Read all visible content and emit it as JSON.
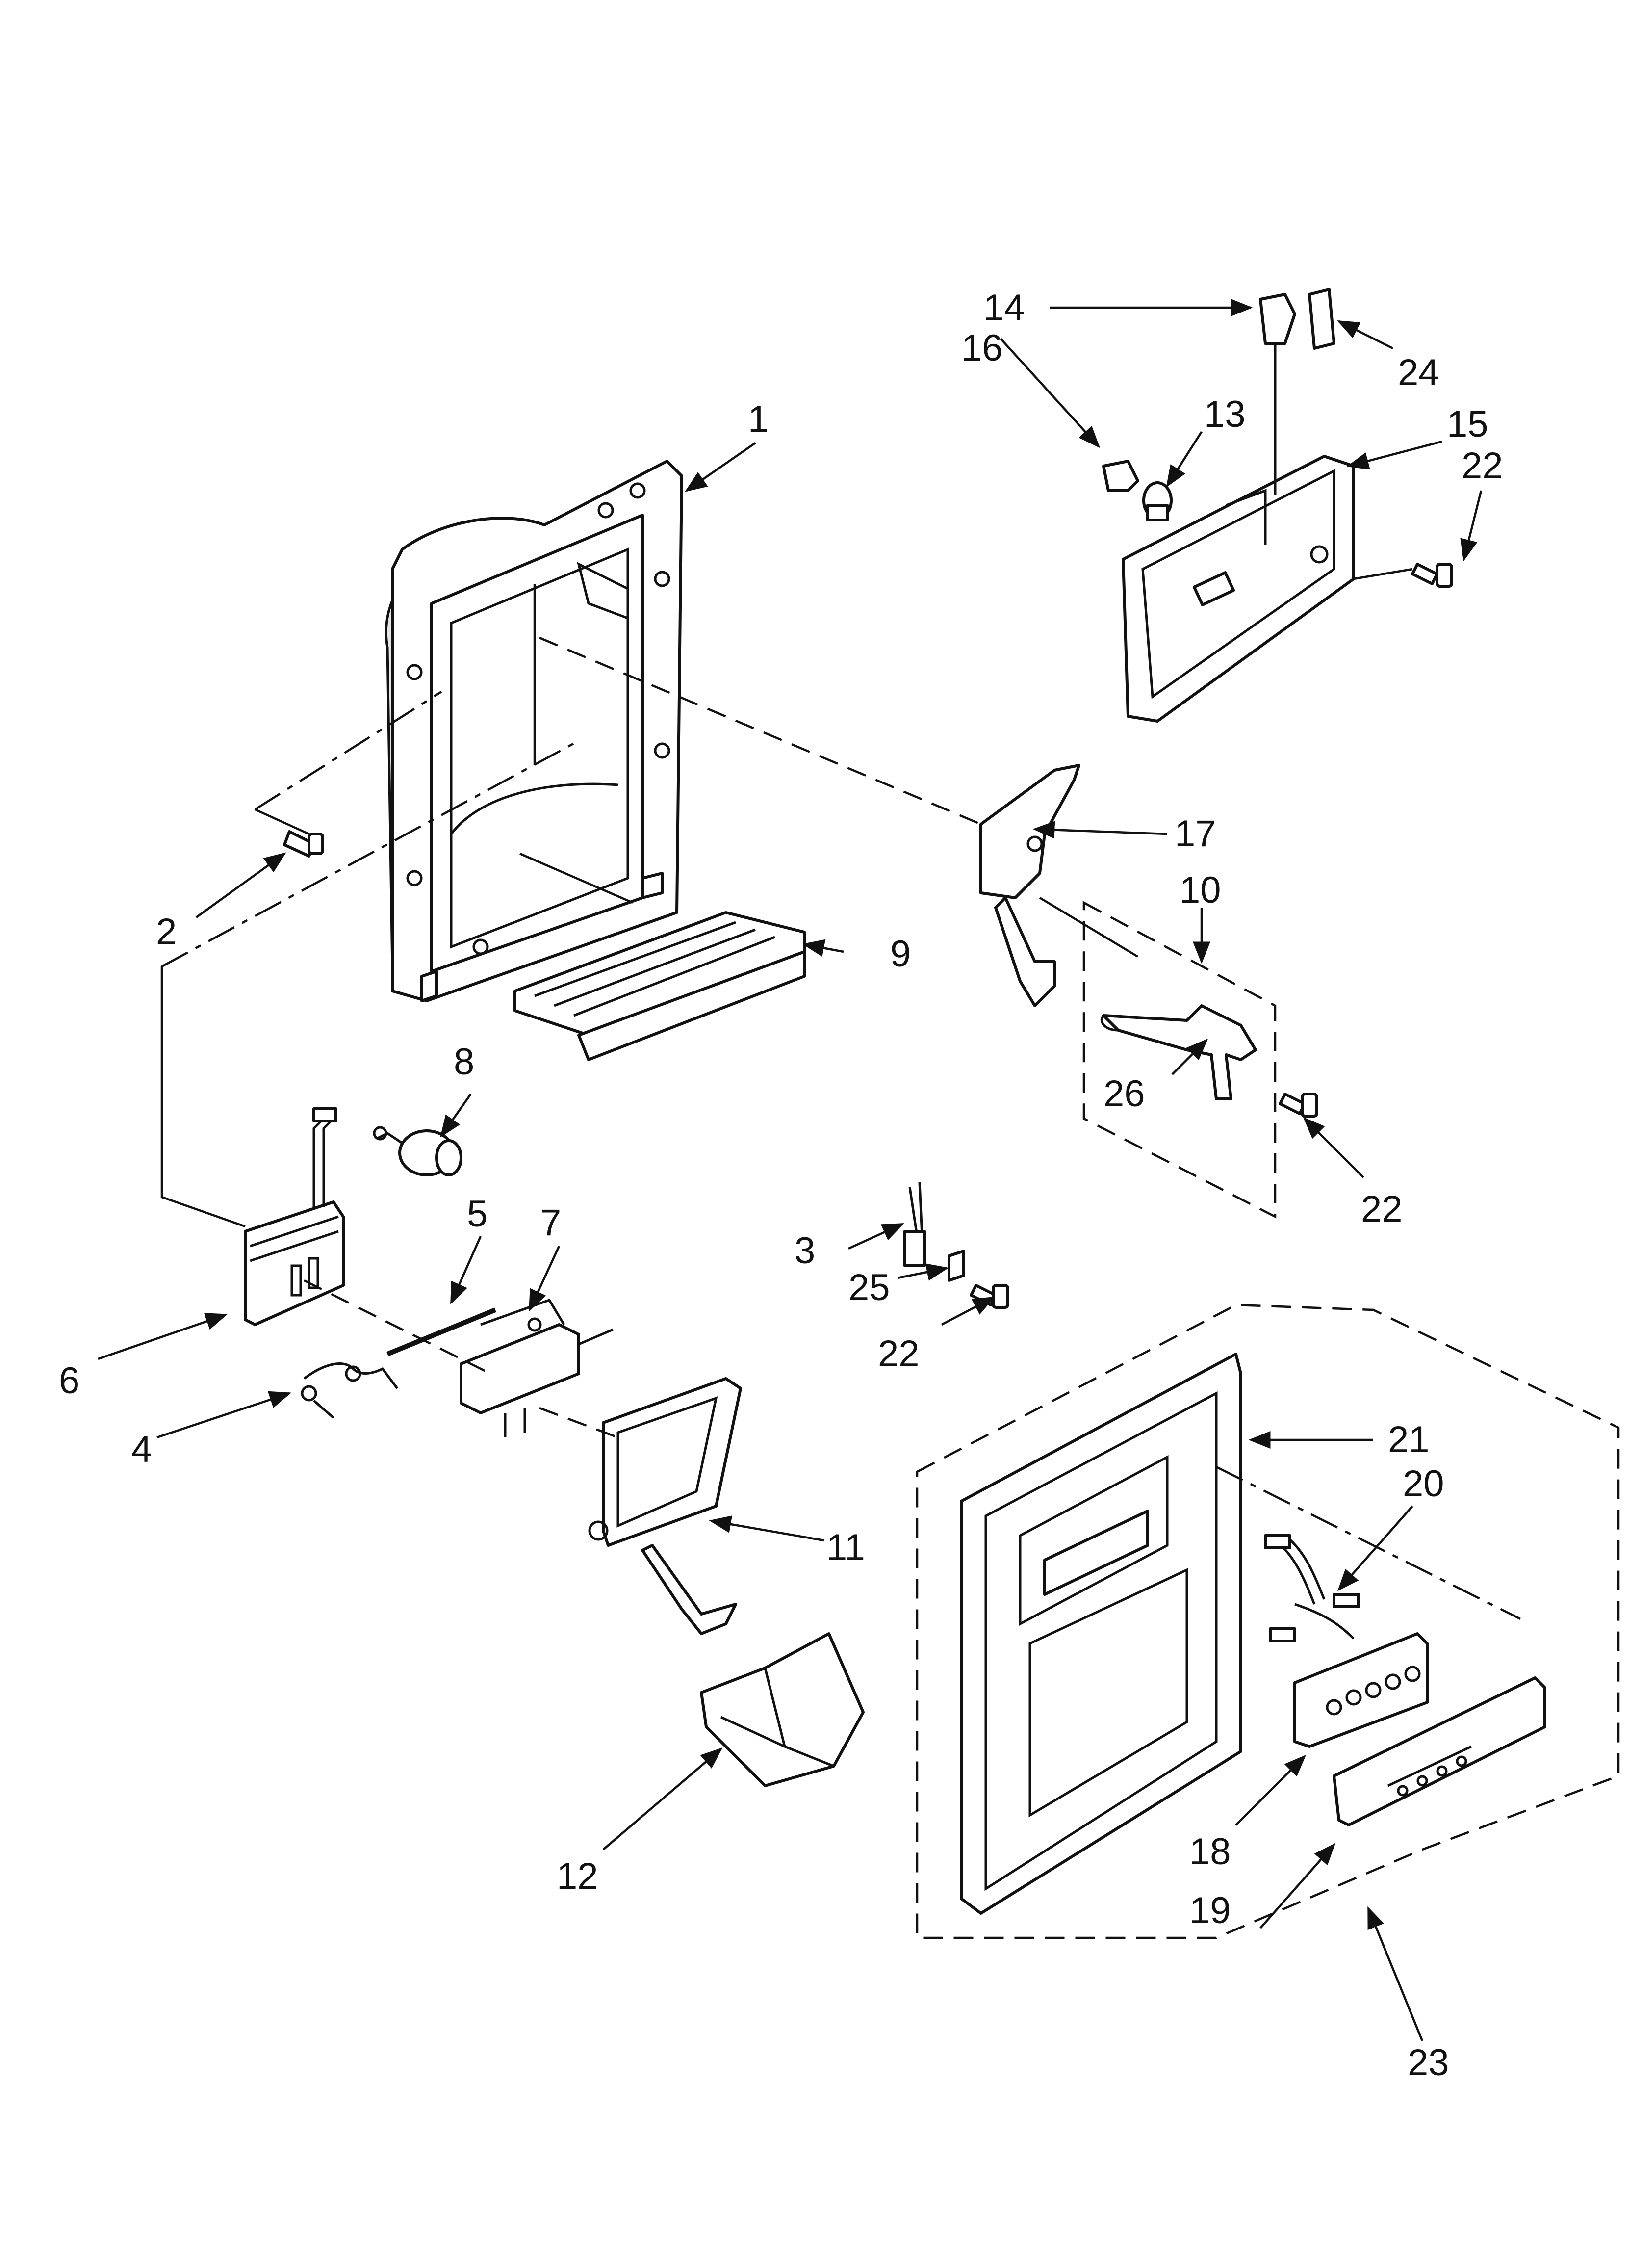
{
  "callouts": {
    "c1": "1",
    "c2": "2",
    "c3": "3",
    "c4": "4",
    "c5": "5",
    "c6": "6",
    "c7": "7",
    "c8": "8",
    "c9": "9",
    "c10": "10",
    "c11": "11",
    "c12": "12",
    "c13": "13",
    "c14": "14",
    "c15": "15",
    "c16": "16",
    "c17": "17",
    "c18": "18",
    "c19": "19",
    "c20": "20",
    "c21": "21",
    "c22a": "22",
    "c22b": "22",
    "c22c": "22",
    "c23": "23",
    "c24": "24",
    "c25": "25",
    "c26": "26"
  },
  "colors": {
    "ink": "#111111",
    "background": "#ffffff",
    "fill_grey": "#e6e6e6"
  }
}
